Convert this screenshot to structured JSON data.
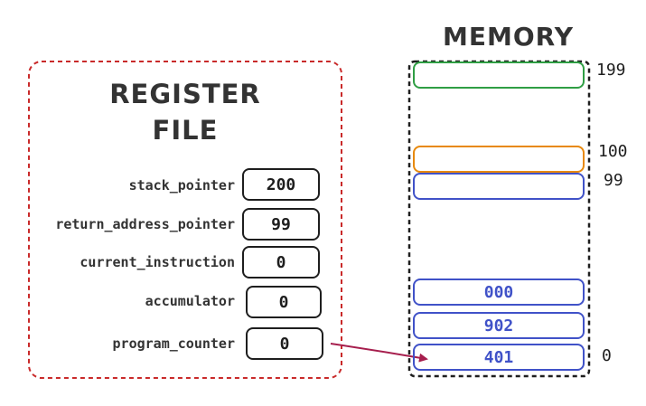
{
  "memory": {
    "title": "MEMORY",
    "cells": [
      {
        "value": "",
        "color": "#2f9e44"
      },
      {
        "value": "",
        "color": "#e8890c"
      },
      {
        "value": "",
        "color": "#4052c8"
      },
      {
        "value": "000",
        "color": "#4052c8"
      },
      {
        "value": "902",
        "color": "#4052c8"
      },
      {
        "value": "401",
        "color": "#4052c8"
      }
    ],
    "address_labels": [
      "199",
      "100",
      "99",
      "0"
    ]
  },
  "register_file": {
    "title_line1": "REGISTER",
    "title_line2": "FILE",
    "border_color": "#c92a2a",
    "registers": [
      {
        "name": "stack_pointer",
        "value": "200"
      },
      {
        "name": "return_address_pointer",
        "value": "99"
      },
      {
        "name": "current_instruction",
        "value": "0"
      },
      {
        "name": "accumulator",
        "value": "0"
      },
      {
        "name": "program_counter",
        "value": "0"
      }
    ]
  },
  "arrow_color": "#a61e4d"
}
